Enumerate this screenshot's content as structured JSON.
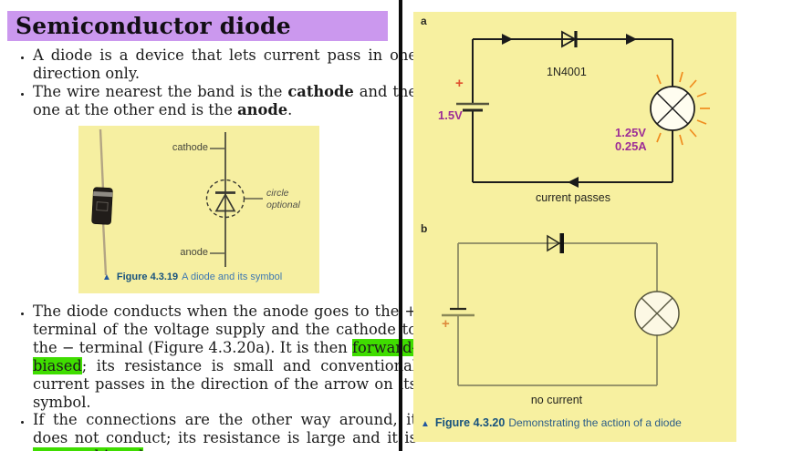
{
  "title": "Semiconductor diode",
  "left": {
    "bullet1": "A diode is a device that lets current pass in one direction only.",
    "bullet2": {
      "pre": "The wire nearest the band is the ",
      "bold1": "cathode",
      "mid": " and the one at the other end is the ",
      "bold2": "anode",
      "post": "."
    },
    "figure419": {
      "label_cathode": "cathode",
      "label_anode": "anode",
      "label_circle_optional": "circle optional",
      "caption_marker": "▲",
      "caption_title": "Figure 4.3.19",
      "caption_text": "A diode and its symbol"
    },
    "bullet3": {
      "p1": "The diode conducts when the anode goes to the + terminal of the voltage supply and the cathode to the − terminal (Figure 4.3.20a). It is then ",
      "highlight": "forward-biased",
      "p2": "; its resistance is small and conventional current passes in the direction of the arrow on its symbol."
    },
    "bullet4": {
      "p1": "If the connections are the other way around, it does not conduct; its resistance is large and it is ",
      "highlight": "reverse-biased",
      "p2": "."
    }
  },
  "right": {
    "panel_a": {
      "label": "a",
      "battery_plus": "+",
      "battery_voltage": "1.5V",
      "diode_label": "1N4001",
      "lamp_voltage": "1.25V",
      "lamp_current": "0.25A",
      "caption": "current passes"
    },
    "panel_b": {
      "label": "b",
      "battery_plus": "+",
      "caption": "no current"
    },
    "figure420": {
      "caption_marker": "▲",
      "caption_title": "Figure 4.3.20",
      "caption_text": "Demonstrating the action of a diode"
    }
  },
  "colors": {
    "title_bg": "#cb98ee",
    "highlight_green": "#3fdd00",
    "panel_yellow": "#f7f0a0",
    "value_purple": "#9d2d96",
    "plus_red": "#e0502e",
    "caption_blue_bold": "#17527e",
    "caption_blue": "#3e78b2",
    "ray_orange": "#f08c1e"
  }
}
